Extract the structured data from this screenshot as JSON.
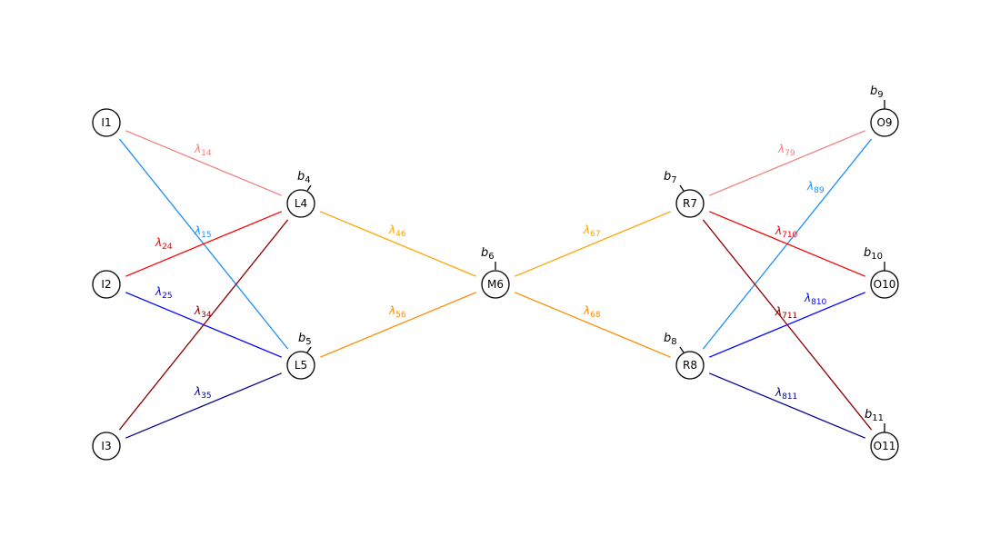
{
  "nodes": [
    {
      "id": "I1",
      "label": "I1"
    },
    {
      "id": "I2",
      "label": "I2"
    },
    {
      "id": "I3",
      "label": "I3"
    },
    {
      "id": "L4",
      "label": "L4",
      "bias": "4"
    },
    {
      "id": "L5",
      "label": "L5",
      "bias": "5"
    },
    {
      "id": "M6",
      "label": "M6",
      "bias": "6"
    },
    {
      "id": "R7",
      "label": "R7",
      "bias": "7"
    },
    {
      "id": "R8",
      "label": "R8",
      "bias": "8"
    },
    {
      "id": "O9",
      "label": "O9",
      "bias": "9"
    },
    {
      "id": "O10",
      "label": "O10",
      "bias": "10"
    },
    {
      "id": "O11",
      "label": "O11",
      "bias": "11"
    }
  ],
  "bias_symbol": "b",
  "weight_symbol": "λ",
  "edges": [
    {
      "from": "I1",
      "to": "L4",
      "sub": "14",
      "color": "#f08080"
    },
    {
      "from": "I1",
      "to": "L5",
      "sub": "15",
      "color": "#1e90ff"
    },
    {
      "from": "I2",
      "to": "L4",
      "sub": "24",
      "color": "#ff0000"
    },
    {
      "from": "I2",
      "to": "L5",
      "sub": "25",
      "color": "#0000ff"
    },
    {
      "from": "I3",
      "to": "L4",
      "sub": "34",
      "color": "#8b0000"
    },
    {
      "from": "I3",
      "to": "L5",
      "sub": "35",
      "color": "#00008b"
    },
    {
      "from": "L4",
      "to": "M6",
      "sub": "46",
      "color": "#ffa500"
    },
    {
      "from": "L5",
      "to": "M6",
      "sub": "56",
      "color": "#ff8c00"
    },
    {
      "from": "M6",
      "to": "R7",
      "sub": "67",
      "color": "#ffa500"
    },
    {
      "from": "M6",
      "to": "R8",
      "sub": "68",
      "color": "#ff8c00"
    },
    {
      "from": "R7",
      "to": "O9",
      "sub": "79",
      "color": "#f08080"
    },
    {
      "from": "R8",
      "to": "O9",
      "sub": "89",
      "color": "#1e90ff"
    },
    {
      "from": "R7",
      "to": "O10",
      "sub": "710",
      "color": "#ff0000"
    },
    {
      "from": "R8",
      "to": "O10",
      "sub": "810",
      "color": "#0000ff"
    },
    {
      "from": "R7",
      "to": "O11",
      "sub": "711",
      "color": "#8b0000"
    },
    {
      "from": "R8",
      "to": "O11",
      "sub": "811",
      "color": "#00008b"
    }
  ]
}
